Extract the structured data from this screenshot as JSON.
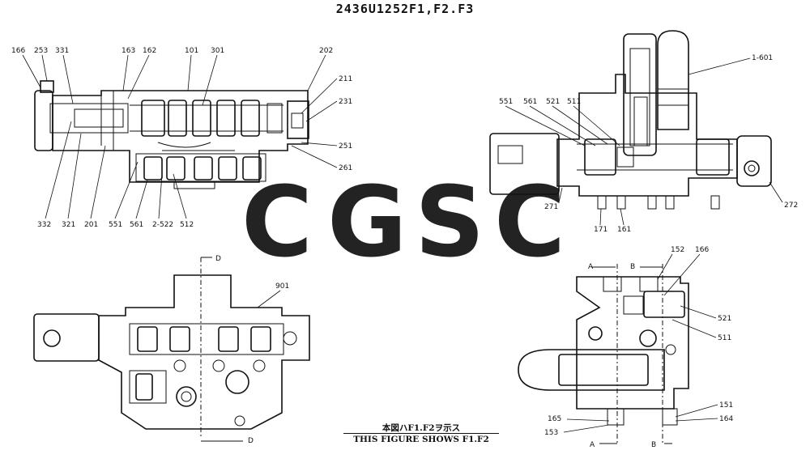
{
  "title": "2436U1252F1,F2.F3",
  "caption_jp": "本図ハF1.F2ヲ示ス",
  "caption_en": "THIS FIGURE SHOWS  F1.F2",
  "watermark": {
    "letters": [
      "C",
      "G",
      "S",
      "C"
    ],
    "colors": [
      "#7aa6f0",
      "#f28b82",
      "#fbd46d",
      "#6fc39a"
    ]
  },
  "colors": {
    "line": "#111111",
    "paper": "#ffffff"
  },
  "labels": {
    "tl": [
      "166",
      "253",
      "331",
      "163",
      "162",
      "101",
      "301",
      "202",
      "211",
      "231",
      "251",
      "261",
      "332",
      "321",
      "201",
      "551",
      "561",
      "2-522",
      "512"
    ],
    "tr": [
      "1-601",
      "551",
      "561",
      "521",
      "511",
      "271",
      "171",
      "161",
      "272"
    ],
    "bl": [
      "D",
      "901",
      "D"
    ],
    "br": [
      "A",
      "B",
      "152",
      "166",
      "521",
      "511",
      "151",
      "165",
      "164",
      "153",
      "A",
      "B"
    ]
  }
}
